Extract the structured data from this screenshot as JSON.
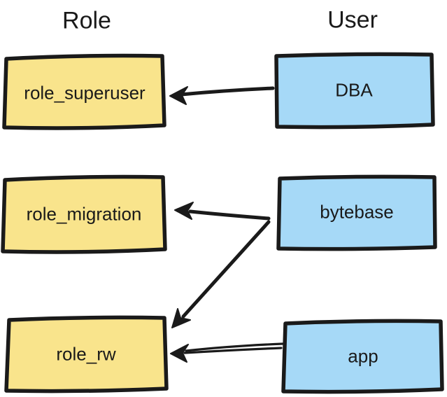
{
  "diagram": {
    "type": "role-user-mapping",
    "headers": {
      "left": "Role",
      "right": "User"
    },
    "roles": [
      {
        "id": "role_superuser",
        "label": "role_superuser"
      },
      {
        "id": "role_migration",
        "label": "role_migration"
      },
      {
        "id": "role_rw",
        "label": "role_rw"
      }
    ],
    "users": [
      {
        "id": "DBA",
        "label": "DBA"
      },
      {
        "id": "bytebase",
        "label": "bytebase"
      },
      {
        "id": "app",
        "label": "app"
      }
    ],
    "edges": [
      {
        "from": "DBA",
        "to": "role_superuser"
      },
      {
        "from": "bytebase",
        "to": "role_migration"
      },
      {
        "from": "bytebase",
        "to": "role_rw"
      },
      {
        "from": "app",
        "to": "role_rw"
      }
    ],
    "colors": {
      "role_fill": "#F9E48C",
      "user_fill": "#A6D9F7",
      "stroke": "#1A1A1A",
      "background": "#FFFFFF"
    }
  }
}
